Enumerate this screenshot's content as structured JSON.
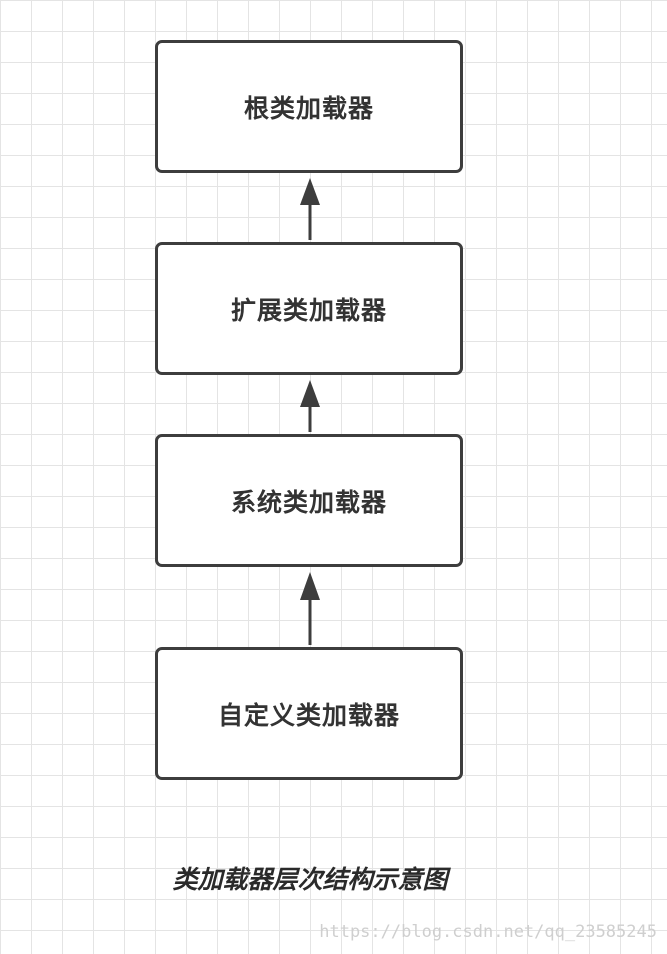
{
  "diagram": {
    "nodes": [
      {
        "id": "root",
        "label": "根类加载器"
      },
      {
        "id": "extension",
        "label": "扩展类加载器"
      },
      {
        "id": "system",
        "label": "系统类加载器"
      },
      {
        "id": "custom",
        "label": "自定义类加载器"
      }
    ],
    "edges": [
      {
        "from": "custom",
        "to": "system"
      },
      {
        "from": "system",
        "to": "extension"
      },
      {
        "from": "extension",
        "to": "root"
      }
    ],
    "caption": "类加载器层次结构示意图",
    "watermark": "https://blog.csdn.net/qq_23585245",
    "colors": {
      "box_border": "#3d3d3d",
      "arrow": "#3d3d3d",
      "grid": "#e4e4e4",
      "text": "#333333",
      "watermark": "#cfcfcf"
    }
  }
}
